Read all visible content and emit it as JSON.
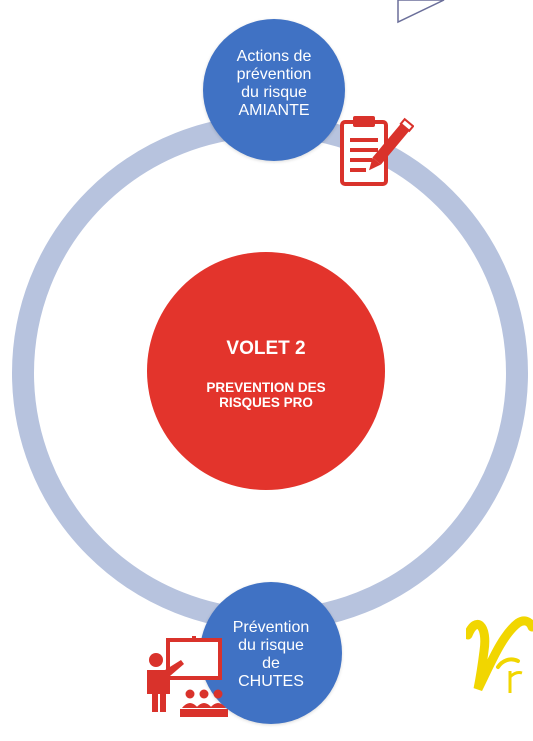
{
  "center": {
    "title": "VOLET 2",
    "subtitle_line1": "PREVENTION DES",
    "subtitle_line2": "RISQUES PRO"
  },
  "nodes": {
    "top": {
      "lines": [
        "Actions de",
        "prévention",
        "du risque",
        "AMIANTE"
      ]
    },
    "bottom": {
      "lines": [
        "Prévention",
        "du risque",
        "de",
        "CHUTES"
      ]
    }
  },
  "icons": {
    "top": "clipboard-pencil-icon",
    "bottom": "presentation-teacher-icon"
  },
  "watermark": {
    "logo_text": "Vr"
  },
  "colors": {
    "ring": "#b7c3de",
    "center": "#e3342c",
    "node": "#4072c4",
    "icon": "#d9322b",
    "logo": "#f1d600"
  }
}
